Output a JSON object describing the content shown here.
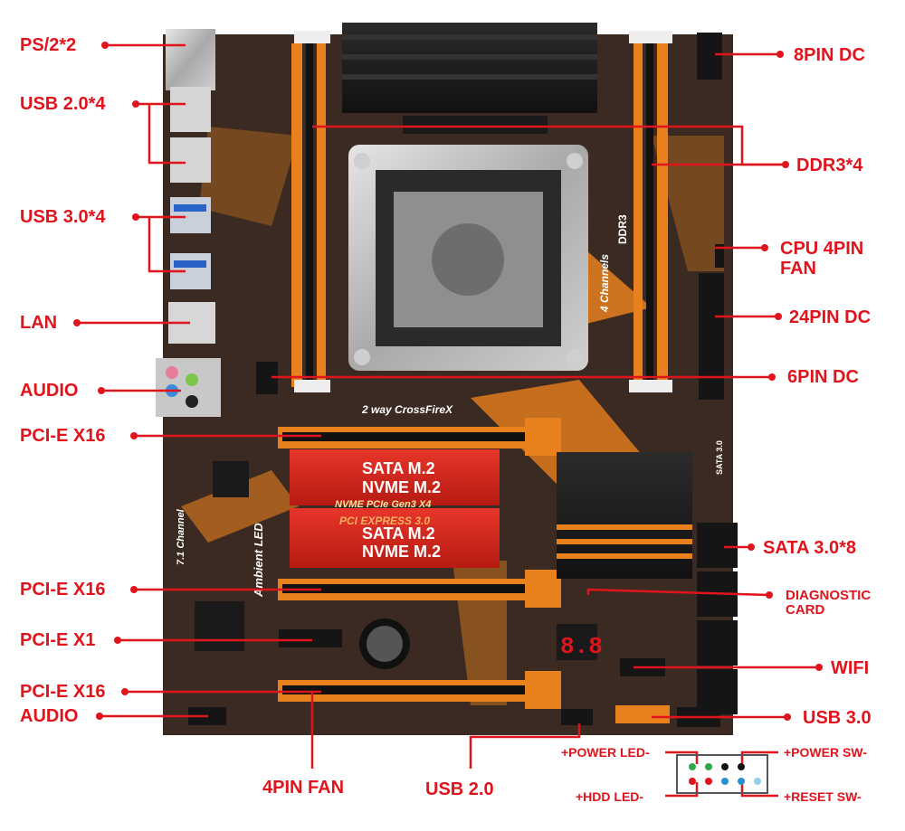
{
  "labels": {
    "ps2": "PS/2*2",
    "usb20": "USB 2.0*4",
    "usb30": "USB 3.0*4",
    "lan": "LAN",
    "audio": "AUDIO",
    "pcie16_1": "PCI-E X16",
    "pcie16_2": "PCI-E X16",
    "pcie1": "PCI-E X1",
    "pcie16_3": "PCI-E X16",
    "audio2": "AUDIO",
    "fan4pin": "4PIN FAN",
    "usb20_bottom": "USB 2.0",
    "dc8pin": "8PIN DC",
    "ddr3": "DDR3*4",
    "cpufan_1": "CPU 4PIN",
    "cpufan_2": "FAN",
    "dc24pin": "24PIN DC",
    "dc6pin": "6PIN  DC",
    "sata": "SATA 3.0*8",
    "diag_1": "DIAGNOSTIC",
    "diag_2": "CARD",
    "wifi": "WIFI",
    "usb30_right": "USB 3.0",
    "power_led": "+POWER LED-",
    "power_sw": "+POWER SW-",
    "hdd_led": "+HDD LED-",
    "reset_sw": "+RESET SW-"
  },
  "board_text": {
    "m2_top_1": "SATA M.2",
    "m2_top_2": "NVME M.2",
    "m2_mid": "NVME PCIe Gen3 X4",
    "m2_pci": "PCI EXPRESS 3.0",
    "m2_bot_1": "SATA M.2",
    "m2_bot_2": "NVME M.2",
    "crossfire": "2 way CrossFireX",
    "channels": "4 Channels",
    "ddr3": "DDR3",
    "ambient": "Ambient LED",
    "channel71": "7.1 Channel",
    "sata30": "SATA 3.0",
    "diag_digits": "8.8"
  },
  "colors": {
    "label_red": "#e0141c",
    "pcb": "#3a2a22",
    "accent_orange": "#e8801e",
    "heatsink_red": "#d92a1a"
  }
}
